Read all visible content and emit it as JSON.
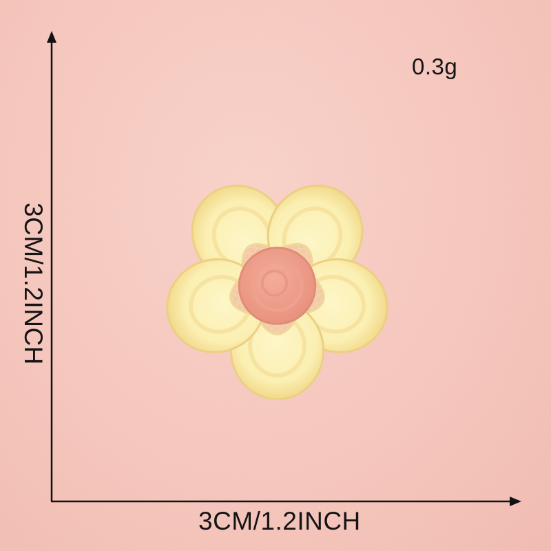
{
  "image": {
    "subject": "embroidered-lace-flower-applique",
    "colors": {
      "background": "#f4c3b9",
      "petals": "#fbf0b6",
      "petal_edge": "#f3dd8e",
      "center": "#ee9f8c",
      "lace_holes": "#f2c8a6",
      "axis_lines": "#111111"
    }
  },
  "labels": {
    "weight": "0.3g",
    "width": "3CM/1.2INCH",
    "height": "3CM/1.2INCH"
  }
}
